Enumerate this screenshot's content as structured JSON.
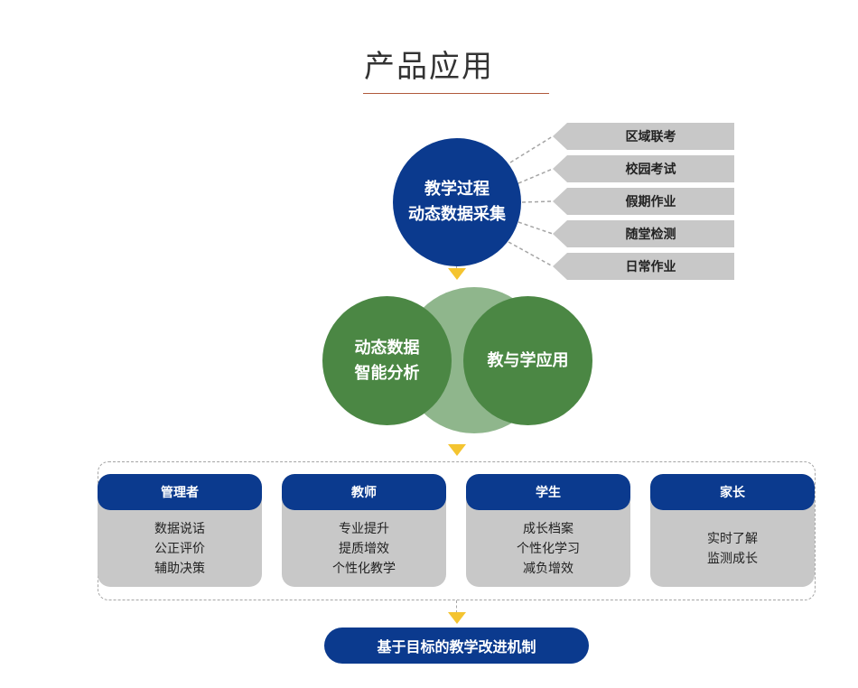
{
  "title": "产品应用",
  "collection": {
    "line1": "教学过程",
    "line2": "动态数据采集",
    "sources": [
      "区域联考",
      "校园考试",
      "假期作业",
      "随堂检测",
      "日常作业"
    ]
  },
  "analysis": {
    "left_line1": "动态数据",
    "left_line2": "智能分析",
    "right": "教与学应用"
  },
  "roles": [
    {
      "name": "管理者",
      "items": [
        "数据说话",
        "公正评价",
        "辅助决策"
      ]
    },
    {
      "name": "教师",
      "items": [
        "专业提升",
        "提质增效",
        "个性化教学"
      ]
    },
    {
      "name": "学生",
      "items": [
        "成长档案",
        "个性化学习",
        "减负增效"
      ]
    },
    {
      "name": "家长",
      "items": [
        "实时了解",
        "监测成长"
      ]
    }
  ],
  "outcome": "基于目标的教学改进机制",
  "colors": {
    "navy": "#0b3a8e",
    "green": "#4b8744",
    "light_green": "#8fb68c",
    "gray": "#c8c8c8",
    "arrow": "#f4c430",
    "underline": "#b05a3c"
  }
}
